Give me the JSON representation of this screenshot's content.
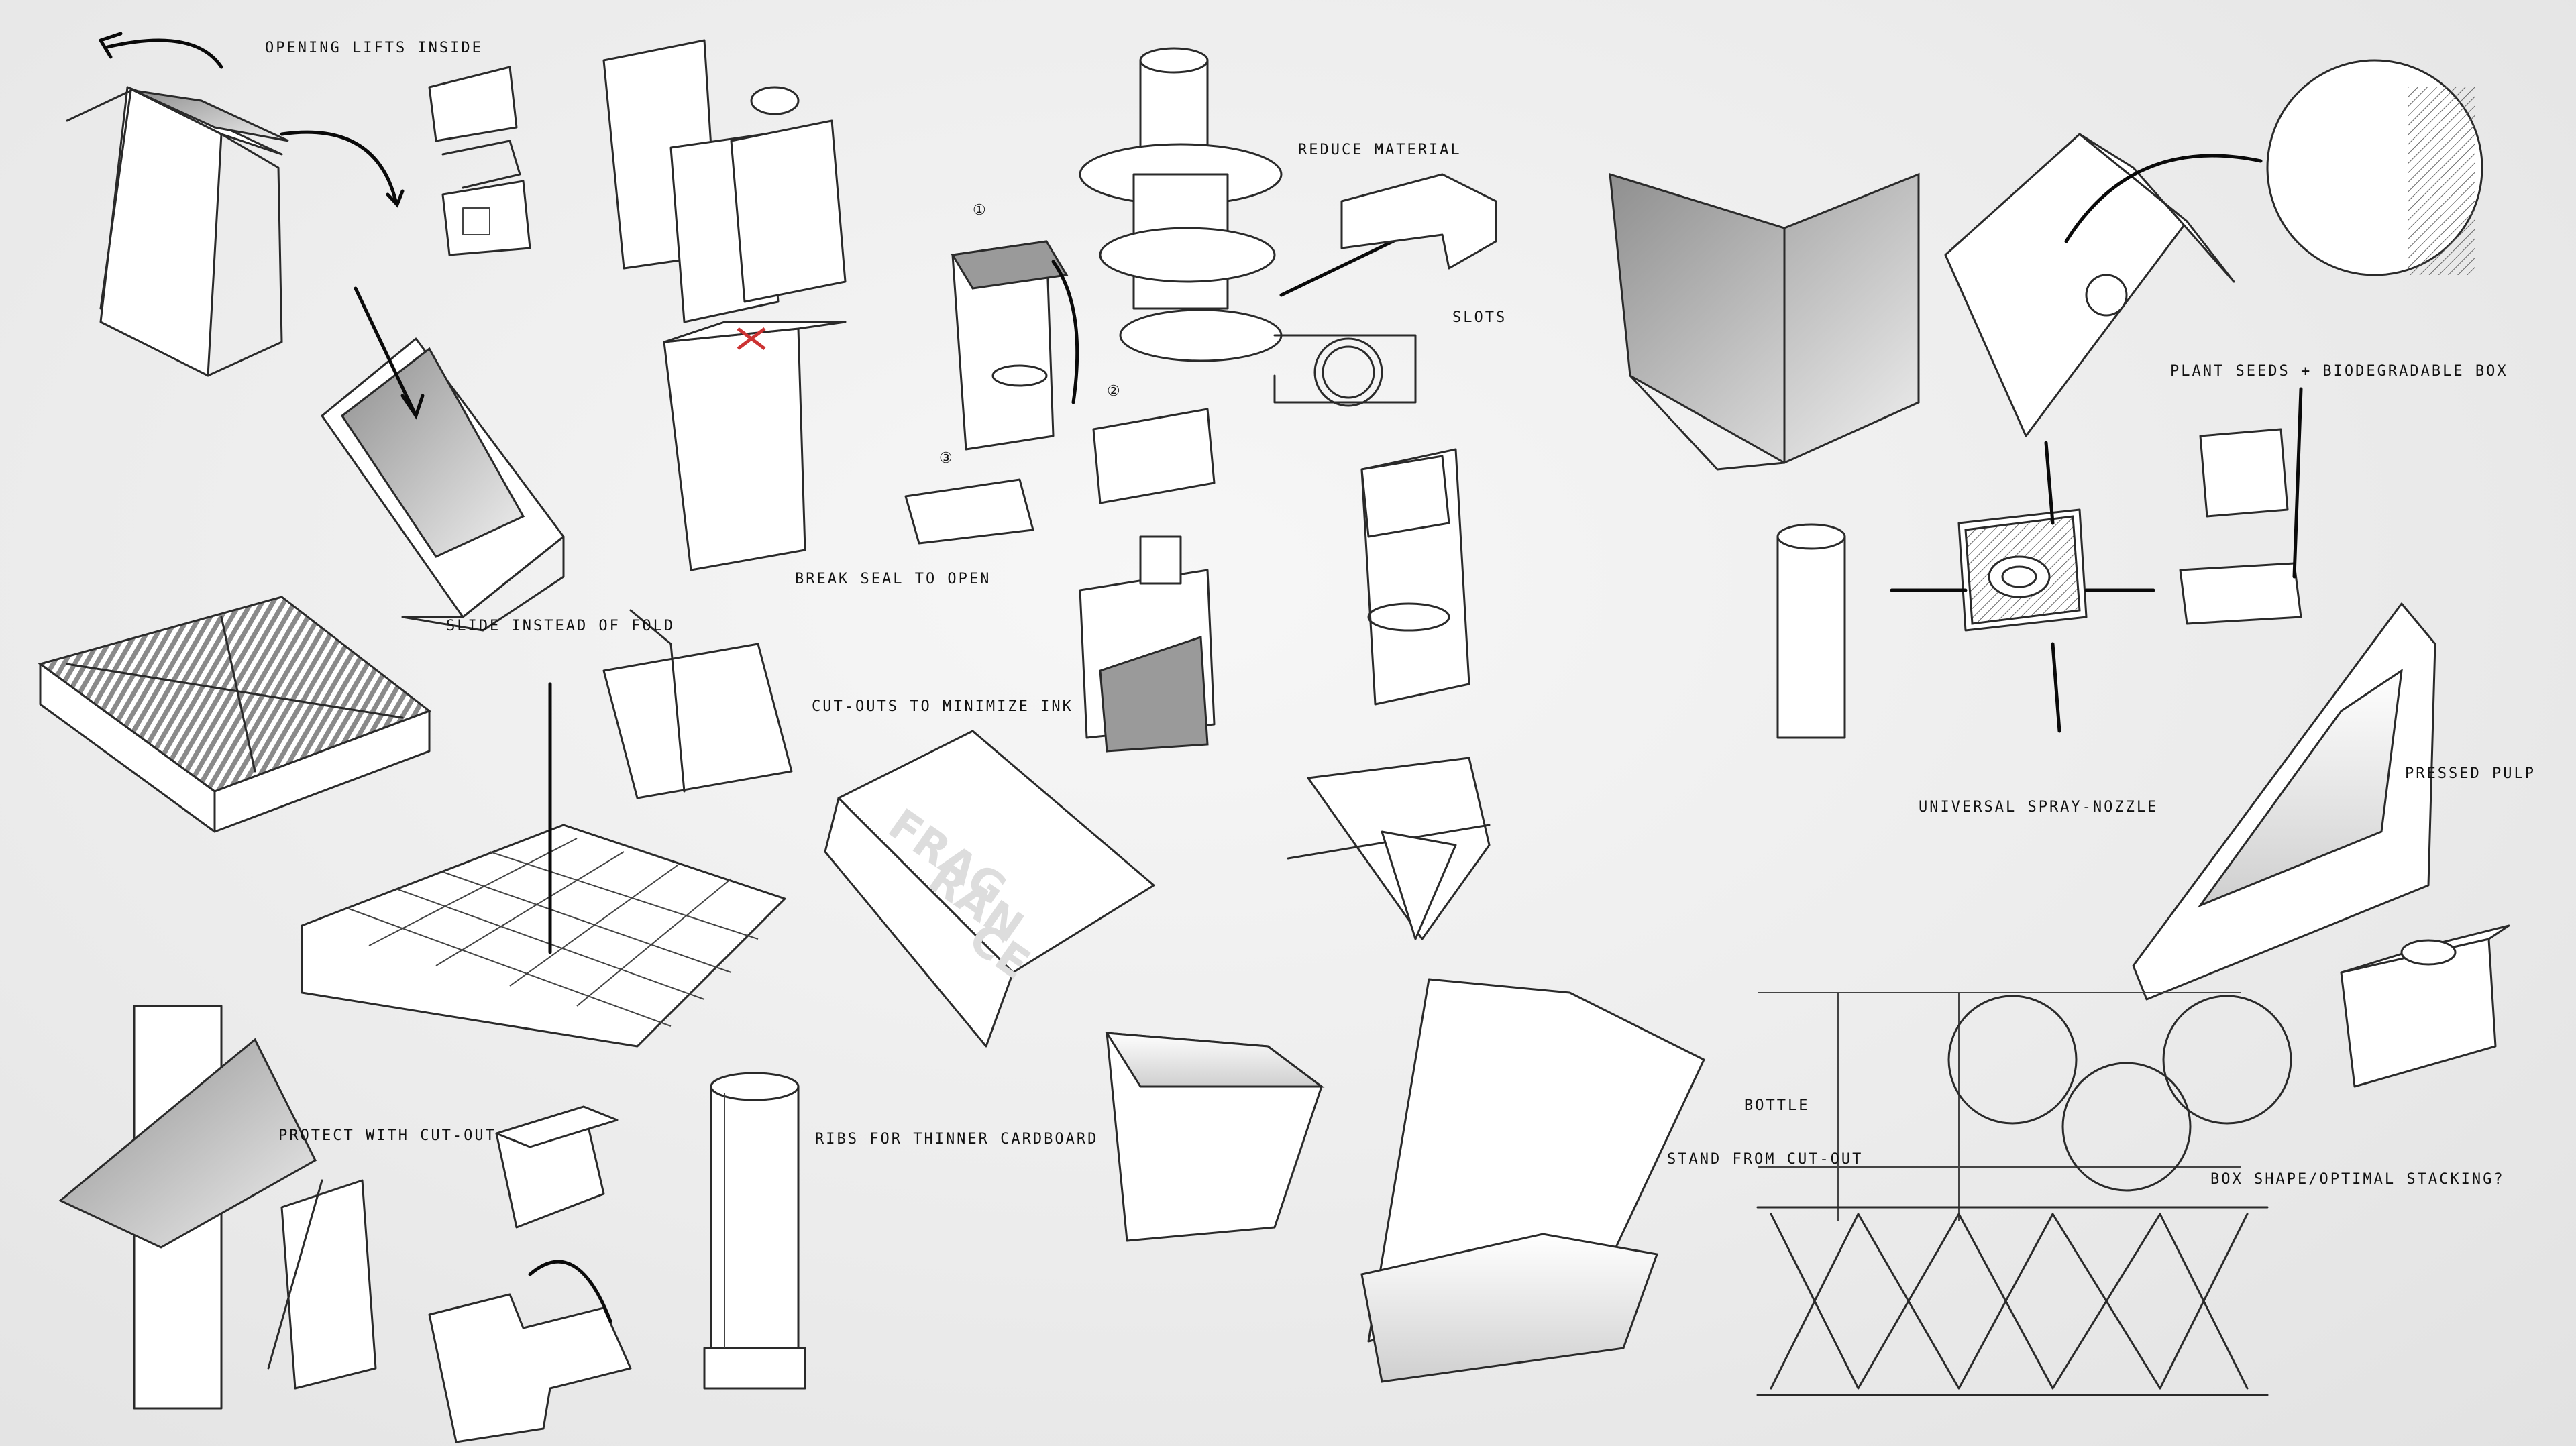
{
  "labels": {
    "opening_lifts_inside": "Opening lifts inside",
    "slide_instead_of_fold": "Slide instead of fold",
    "break_seal_to_open": "Break seal to open",
    "reduce_material": "Reduce material",
    "slots": "Slots",
    "cut_outs_minimize_ink": "Cut-outs to minimize ink",
    "protect_with_cut_out": "Protect with cut-out",
    "ribs_thinner_cardboard": "Ribs for thinner cardboard",
    "stand_from_cut_out": "Stand from cut-out",
    "universal_spray_nozzle": "Universal spray-nozzle",
    "plant_seeds_box": "Plant seeds + biodegradable box",
    "pressed_pulp": "Pressed pulp",
    "bottle": "Bottle",
    "box_shape_stacking": "Box shape/optimal stacking?",
    "fragrance_1": "FRAG",
    "fragrance_2": "RAN",
    "fragrance_3": "CE",
    "step_1": "①",
    "step_2": "②",
    "step_3": "③"
  },
  "icons": [
    "curved-arrow-icon",
    "straight-arrow-icon",
    "cross-mark-icon"
  ],
  "colors": {
    "ink": "#2a2a2a",
    "paper": "#ececec",
    "shade": "#9a9a9a"
  }
}
